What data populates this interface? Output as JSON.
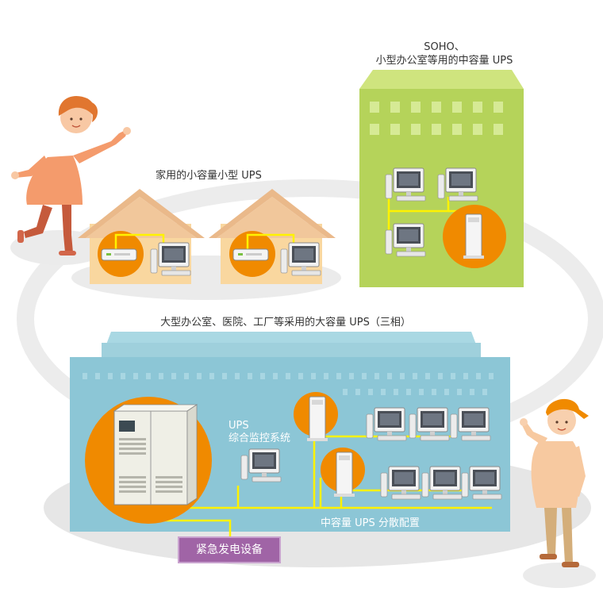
{
  "labels": {
    "soho_line1": "SOHO、",
    "soho_line2": "小型办公室等用的中容量 UPS",
    "home": "家用的小容量小型 UPS",
    "large": "大型办公室、医院、工厂等采用的大容量 UPS（三相）",
    "monitor_line1": "UPS",
    "monitor_line2": "综合监控系统",
    "distributed": "中容量 UPS 分散配置",
    "generator": "紧急发电设备"
  },
  "colors": {
    "ring": "#ececec",
    "ground": "#e6e6e6",
    "house_wall": "#f9d79f",
    "house_roof": "#eab98a",
    "orange": "#f08a00",
    "green_building": "#b5d35a",
    "green_top": "#cfe47e",
    "blue_building": "#8cc6d6",
    "blue_top": "#a9d8e3",
    "cable": "#fff200",
    "generator": "#a064a6"
  },
  "icons": {
    "woman": "woman-pointing-icon",
    "worker": "worker-cap-icon",
    "computer": "desktop-computer-icon",
    "small_ups": "small-ups-icon",
    "tower_ups": "tower-ups-icon",
    "large_ups": "large-ups-cabinet-icon"
  }
}
